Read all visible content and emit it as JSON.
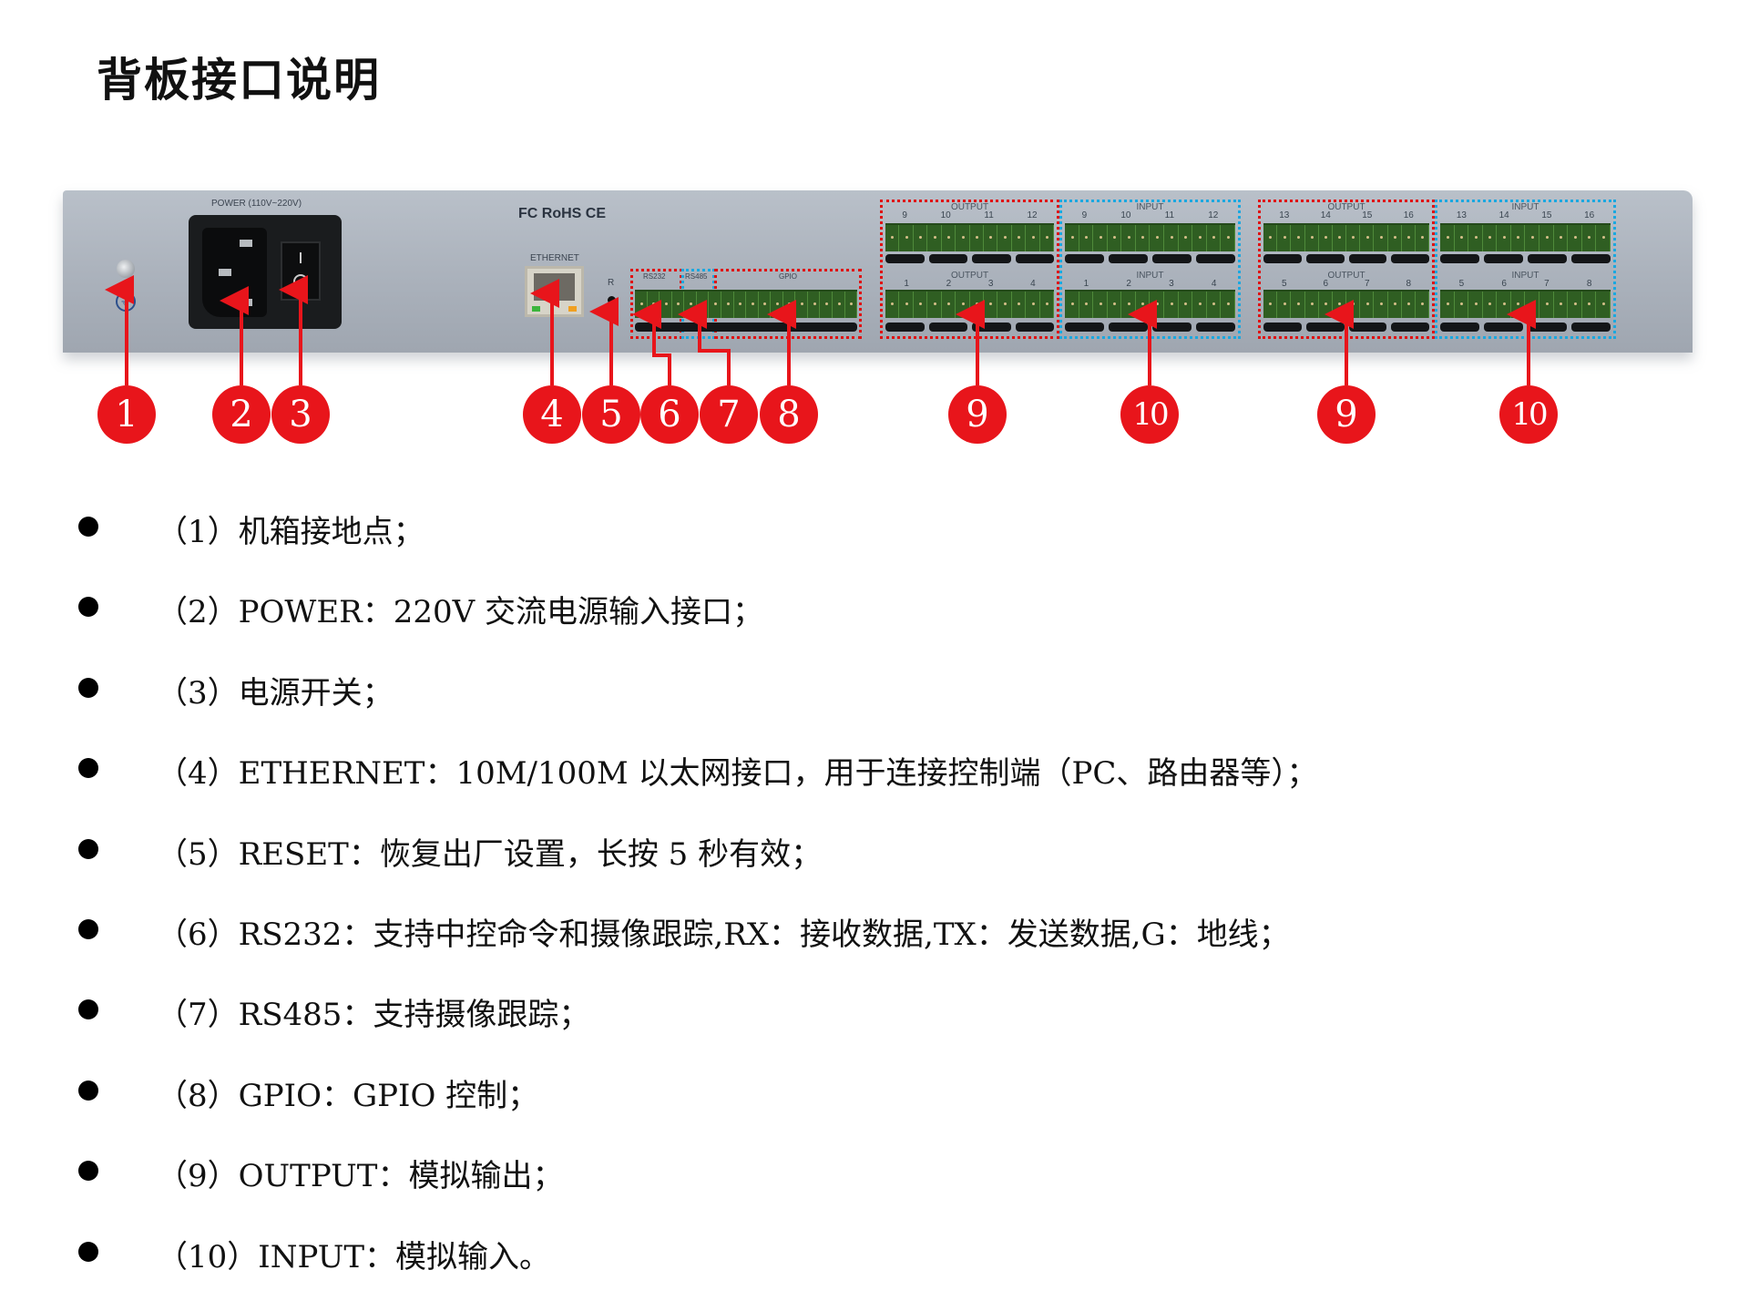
{
  "title": "背板接口说明",
  "panel": {
    "power_label": "POWER (110V~220V)",
    "cert_label": "FC RoHS CE",
    "ethernet_label": "ETHERNET",
    "reset_label": "R",
    "rs232_label": "RS232",
    "rs485_label": "RS485",
    "gpio_label": "GPIO",
    "groups": [
      {
        "type": "OUTPUT",
        "top_label": "OUTPUT",
        "top_channels": [
          "9",
          "10",
          "11",
          "12"
        ],
        "bottom_label": "OUTPUT",
        "bottom_channels": [
          "1",
          "2",
          "3",
          "4"
        ]
      },
      {
        "type": "INPUT",
        "top_label": "INPUT",
        "top_channels": [
          "9",
          "10",
          "11",
          "12"
        ],
        "bottom_label": "INPUT",
        "bottom_channels": [
          "1",
          "2",
          "3",
          "4"
        ]
      },
      {
        "type": "OUTPUT",
        "top_label": "OUTPUT",
        "top_channels": [
          "13",
          "14",
          "15",
          "16"
        ],
        "bottom_label": "OUTPUT",
        "bottom_channels": [
          "5",
          "6",
          "7",
          "8"
        ]
      },
      {
        "type": "INPUT",
        "top_label": "INPUT",
        "top_channels": [
          "13",
          "14",
          "15",
          "16"
        ],
        "bottom_label": "INPUT",
        "bottom_channels": [
          "5",
          "6",
          "7",
          "8"
        ]
      }
    ]
  },
  "callouts": [
    "1",
    "2",
    "3",
    "4",
    "5",
    "6",
    "7",
    "8",
    "9",
    "10",
    "9",
    "10"
  ],
  "colors": {
    "callout": "#e8151b",
    "output_box": "#e01010",
    "input_box": "#1aa8e0"
  },
  "items": [
    "（1）机箱接地点；",
    "（2）POWER：220V 交流电源输入接口；",
    "（3）电源开关；",
    "（4）ETHERNET：10M/100M 以太网接口，用于连接控制端（PC、路由器等）；",
    "（5）RESET：恢复出厂设置，长按 5 秒有效；",
    "（6）RS232：支持中控命令和摄像跟踪,RX：接收数据,TX：发送数据,G：地线；",
    "（7）RS485：支持摄像跟踪；",
    "（8）GPIO：GPIO 控制；",
    "（9）OUTPUT：模拟输出；",
    "（10）INPUT：模拟输入。"
  ]
}
